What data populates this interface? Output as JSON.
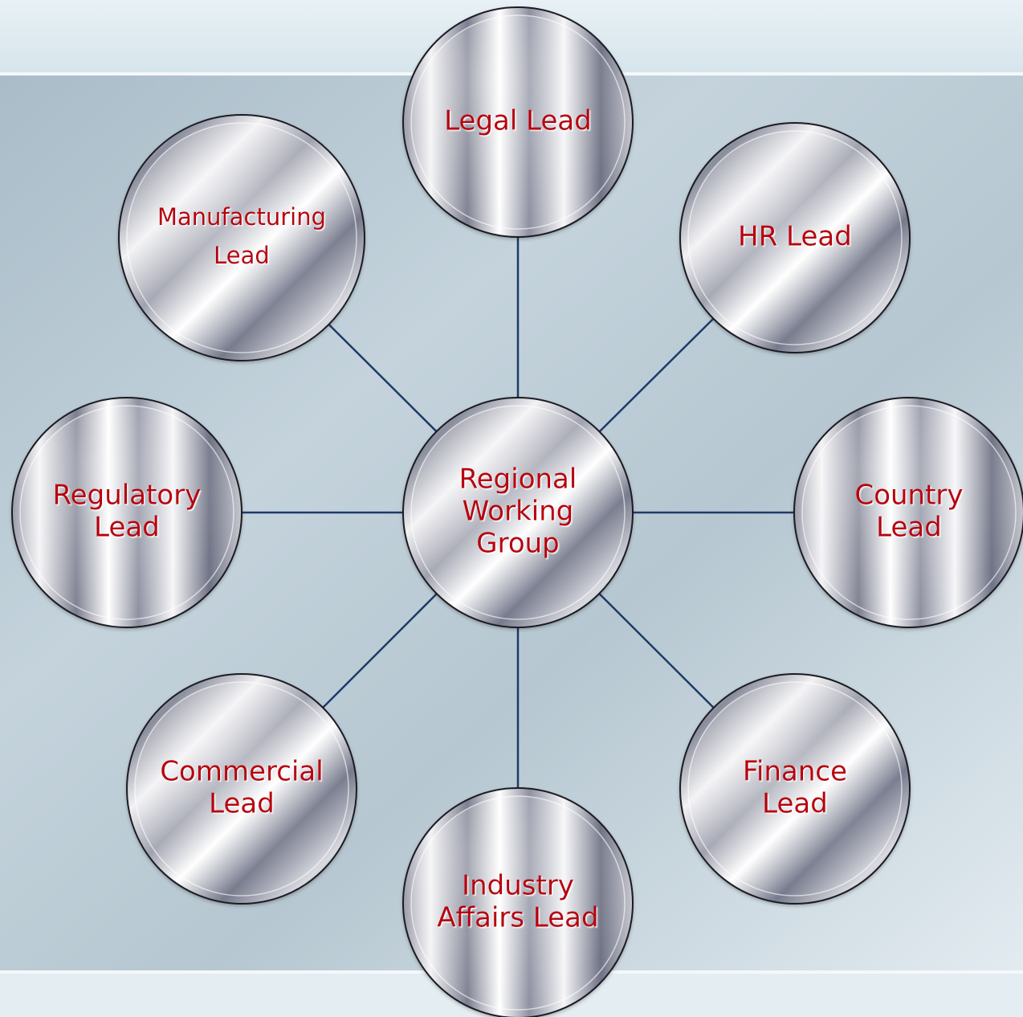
{
  "diagram": {
    "center": {
      "lines": [
        "Regional",
        "Working",
        "Group"
      ]
    },
    "nodes": [
      {
        "id": "legal",
        "lines": [
          "Legal Lead"
        ]
      },
      {
        "id": "hr",
        "lines": [
          "HR Lead"
        ]
      },
      {
        "id": "country",
        "lines": [
          "Country",
          "Lead"
        ]
      },
      {
        "id": "finance",
        "lines": [
          "Finance",
          "Lead"
        ]
      },
      {
        "id": "industry-affairs",
        "lines": [
          "Industry",
          "Affairs Lead"
        ]
      },
      {
        "id": "commercial",
        "lines": [
          "Commercial",
          "Lead"
        ]
      },
      {
        "id": "regulatory",
        "lines": [
          "Regulatory",
          "Lead"
        ]
      },
      {
        "id": "manufacturing",
        "lines": [
          "Manufacturing",
          "Lead"
        ]
      }
    ],
    "colors": {
      "label": "#b8000c",
      "connector": "#1f3a6a",
      "background_light": "#dde9ef",
      "background_panel": "#b9c9d3"
    }
  }
}
